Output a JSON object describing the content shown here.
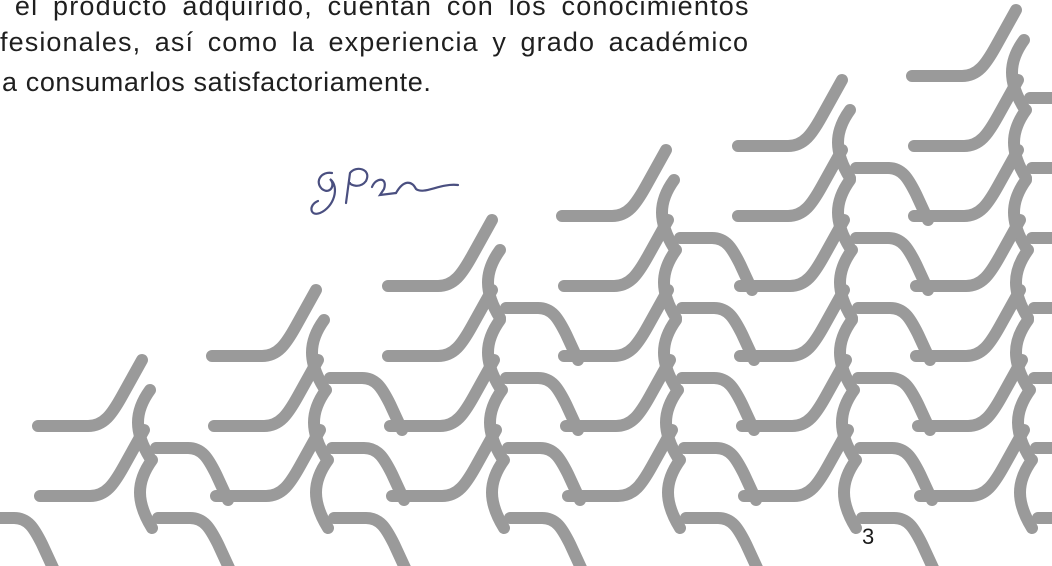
{
  "document": {
    "lines": [
      "r el producto adquirido, cuentan con  los conocimientos",
      "fesionales, así como la experiencia y grado académico",
      "a consumarlos satisfactoriamente."
    ],
    "page_number": "3"
  },
  "decoration": {
    "pattern_color": "#9a9a9a",
    "ink_color": "#4a4f80"
  }
}
